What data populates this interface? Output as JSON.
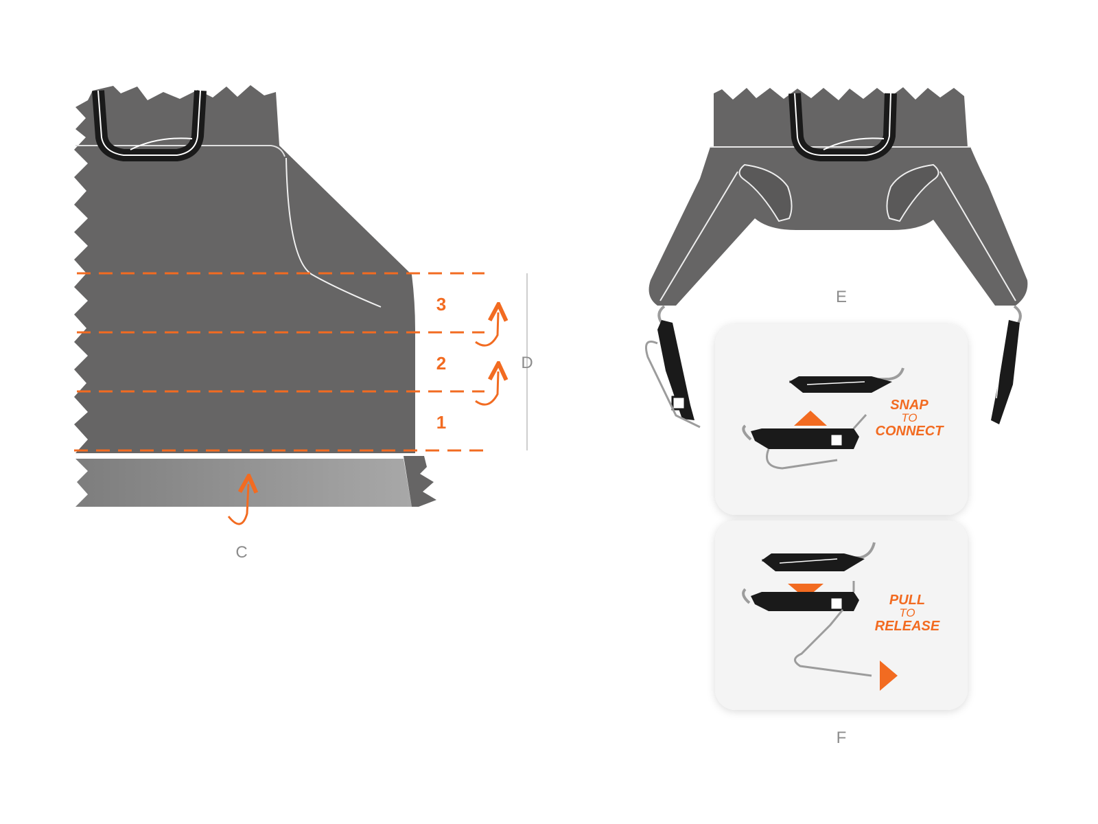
{
  "figures": {
    "c": {
      "label": "C"
    },
    "d": {
      "label": "D",
      "steps": [
        "1",
        "2",
        "3"
      ]
    },
    "e": {
      "label": "E"
    },
    "f": {
      "label": "F",
      "connect": {
        "line1": "SNAP",
        "line2": "TO",
        "line3": "CONNECT"
      },
      "release": {
        "line1": "PULL",
        "line2": "TO",
        "line3": "RELEASE"
      }
    }
  },
  "colors": {
    "fabric": "#666565",
    "fabric_light": "#9c9c9c",
    "accent": "#f26b21",
    "label": "#8c8c8c",
    "panel_bg": "#f4f4f4"
  }
}
